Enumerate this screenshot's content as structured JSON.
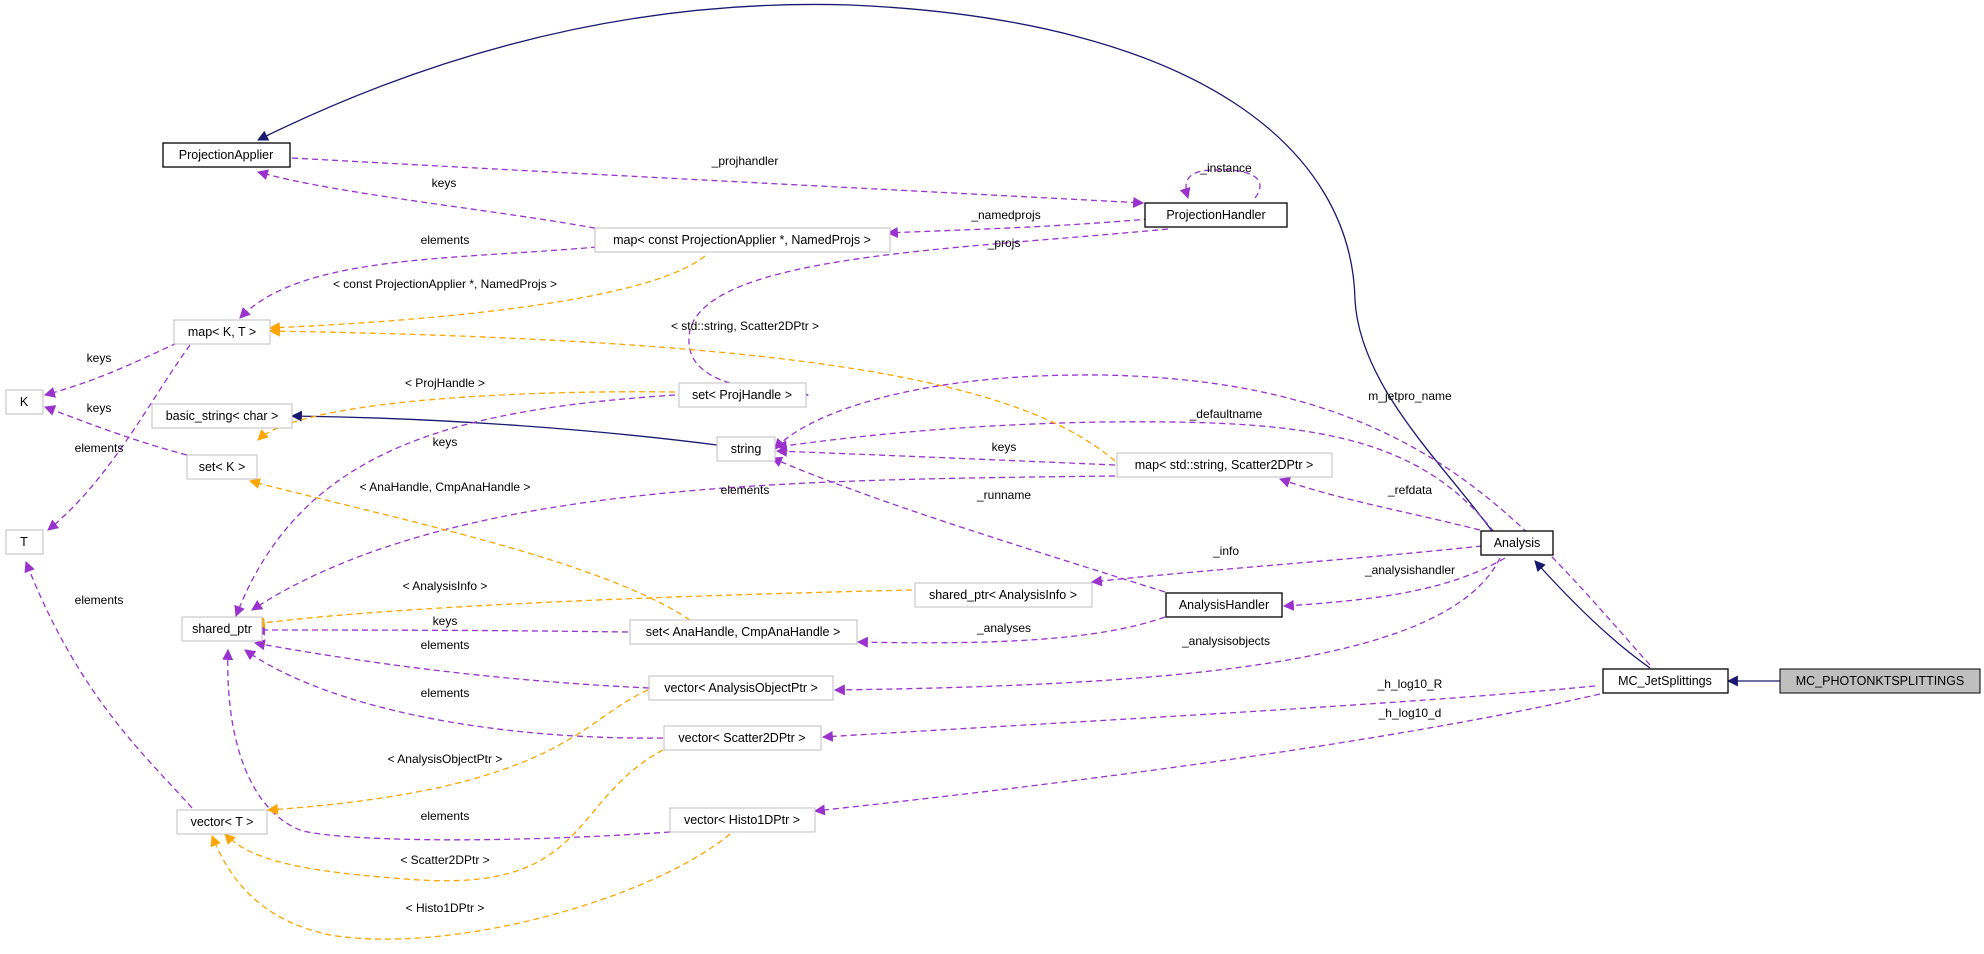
{
  "colors": {
    "inherit": "#191970",
    "usage": "#9a32cd",
    "template": "#ffa500",
    "node_border_plain": "#bfbfbf",
    "node_border_bold": "#000000",
    "focus_fill": "#bfbfbf"
  },
  "nodes": {
    "mc_photonktsplittings": "MC_PHOTONKTSPLITTINGS",
    "mc_jetsplittings": "MC_JetSplittings",
    "analysis": "Analysis",
    "projection_applier": "ProjectionApplier",
    "projection_handler": "ProjectionHandler",
    "map_const_projapplier": "map< const ProjectionApplier *, NamedProjs >",
    "map_k_t": "map< K, T >",
    "k": "K",
    "t": "T",
    "set_projhandle": "set< ProjHandle >",
    "basic_string_char": "basic_string< char >",
    "string": "string",
    "set_k": "set< K >",
    "map_string_scatter": "map< std::string, Scatter2DPtr >",
    "shared_ptr_analysisinfo": "shared_ptr< AnalysisInfo >",
    "analysis_handler": "AnalysisHandler",
    "shared_ptr": "shared_ptr",
    "set_anahandle": "set< AnaHandle, CmpAnaHandle >",
    "vector_analysisobjectptr": "vector< AnalysisObjectPtr >",
    "vector_scatter2dptr": "vector< Scatter2DPtr >",
    "vector_t": "vector< T >",
    "vector_histo1dptr": "vector< Histo1DPtr >"
  },
  "edge_labels": {
    "projhandler": "_projhandler",
    "instance": "_instance",
    "keys_projapplier": "keys",
    "namedprojs": "_namedprojs",
    "elements_map": "elements",
    "projs": "_projs",
    "tmpl_const_projapplier": "< const ProjectionApplier *, NamedProjs >",
    "tmpl_string_scatter": "< std::string, Scatter2DPtr >",
    "keys_k_from_map": "keys",
    "tmpl_projhandle": "< ProjHandle >",
    "m_jetpro_name": "m_jetpro_name",
    "keys_k_from_set": "keys",
    "defaultname": "_defaultname",
    "elements_t_from_map": "elements",
    "keys_shared_from_setproj": "keys",
    "keys_string_from_map": "keys",
    "tmpl_anahandle": "< AnaHandle, CmpAnaHandle >",
    "elements_shared_from_mapstr": "elements",
    "refdata": "_refdata",
    "runname": "_runname",
    "info": "_info",
    "tmpl_analysisinfo": "< AnalysisInfo >",
    "analysishandler": "_analysishandler",
    "elements_t_from_vector": "elements",
    "keys_shared_from_setana": "keys",
    "analyses": "_analyses",
    "elements_shared_from_vecao": "elements",
    "analysisobjects": "_analysisobjects",
    "h_log10_r": "_h_log10_R",
    "elements_shared_from_vecscatter": "elements",
    "h_log10_d": "_h_log10_d",
    "tmpl_analysisobjectptr": "< AnalysisObjectPtr >",
    "elements_shared_from_vechisto": "elements",
    "tmpl_scatter2dptr": "< Scatter2DPtr >",
    "tmpl_histo1dptr": "< Histo1DPtr >"
  }
}
